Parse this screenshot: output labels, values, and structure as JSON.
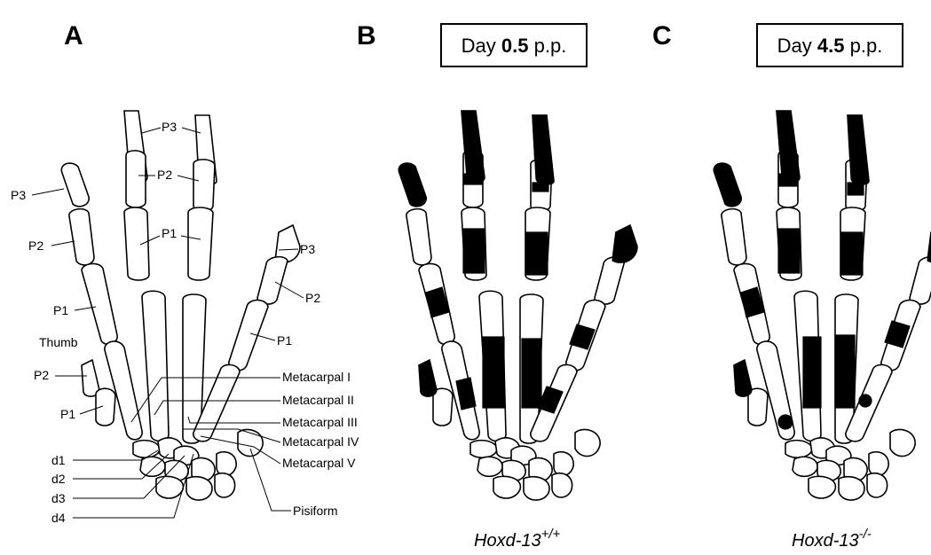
{
  "panels": [
    {
      "letter": "A"
    },
    {
      "letter": "B",
      "stage_prefix": "Day ",
      "stage_value": "0.5",
      "stage_suffix": " p.p.",
      "genotype_base": "Hoxd-13",
      "genotype_sup": "+/+"
    },
    {
      "letter": "C",
      "stage_prefix": "Day ",
      "stage_value": "4.5",
      "stage_suffix": " p.p.",
      "genotype_base": "Hoxd-13",
      "genotype_sup": "-/-"
    }
  ],
  "labels": {
    "p3_left": "P3",
    "p3_mid": "P3",
    "p3_right": "P3",
    "p2_left": "P2",
    "p2_mid": "P2",
    "p2_right": "P2",
    "p2_thumb": "P2",
    "p1_left": "P1",
    "p1_mid": "P1",
    "p1_right": "P1",
    "p1_thumb": "P1",
    "thumb": "Thumb",
    "mc1": "Metacarpal I",
    "mc2": "Metacarpal II",
    "mc3": "Metacarpal III",
    "mc4": "Metacarpal IV",
    "mc5": "Metacarpal V",
    "d1": "d1",
    "d2": "d2",
    "d3": "d3",
    "d4": "d4",
    "pisiform": "Pisiform"
  }
}
